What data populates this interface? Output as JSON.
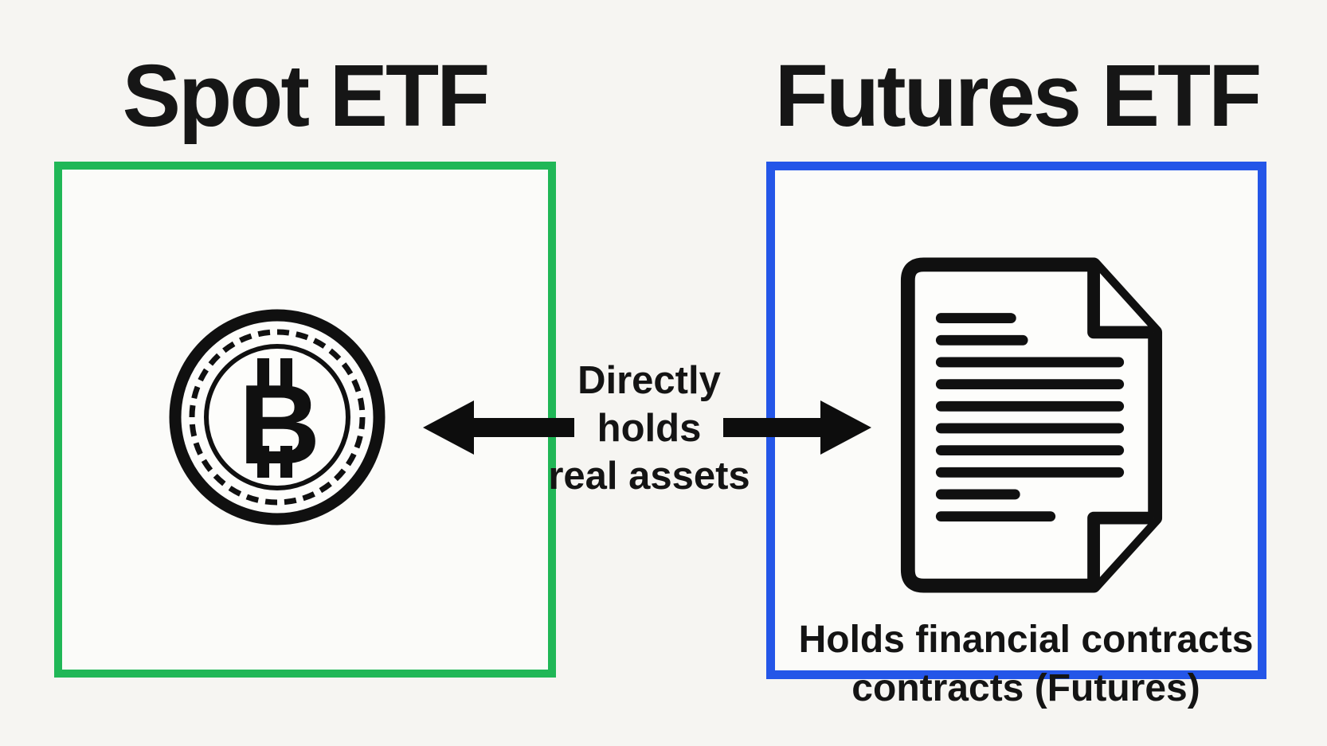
{
  "diagram": {
    "background_color": "#f6f5f2",
    "text_color": "#141414",
    "left_panel": {
      "title": "Spot ETF",
      "border_color": "#20b757",
      "icon": "bitcoin-coin-icon",
      "bitcoin_symbol": "B"
    },
    "right_panel": {
      "title": "Futures ETF",
      "border_color": "#2456e8",
      "icon": "document-icon",
      "caption_line1": "Holds financial contracts",
      "caption_line2": "contracts (Futures)"
    },
    "connector": {
      "icon": "double-headed-arrow-icon",
      "label_line1": "Directly",
      "label_line2": "holds",
      "label_line3": "real assets",
      "arrow_color": "#0d0d0d"
    }
  }
}
